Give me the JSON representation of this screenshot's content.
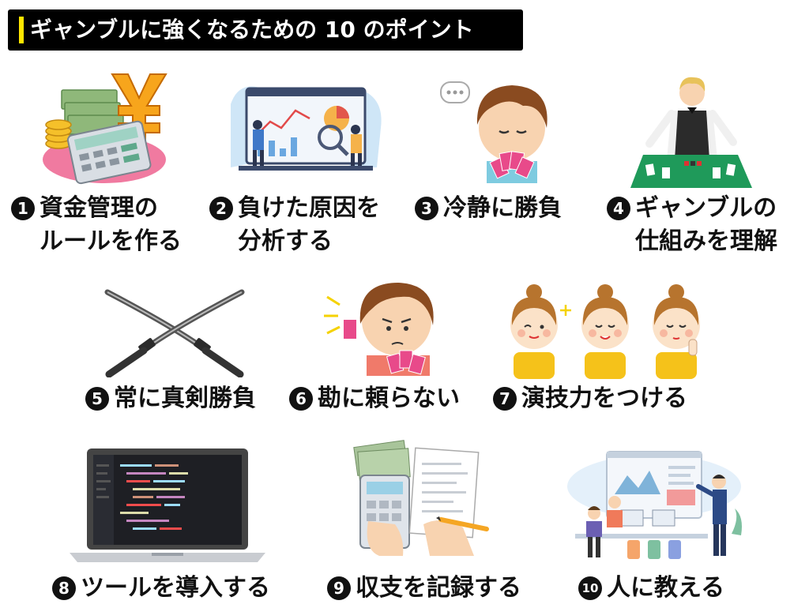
{
  "title": "ギャンブルに強くなるための 10 のポイント",
  "colors": {
    "title_bg": "#000000",
    "title_accent": "#ffe600",
    "number_bg": "#111111"
  },
  "items": [
    {
      "number": "1",
      "text": "資金管理の\nルールを作る",
      "icon": "money-calculator-icon"
    },
    {
      "number": "2",
      "text": "負けた原因を\n分析する",
      "icon": "analysis-dashboard-icon"
    },
    {
      "number": "3",
      "text": "冷静に勝負",
      "icon": "calm-boy-cards-icon"
    },
    {
      "number": "4",
      "text": "ギャンブルの\n仕組みを理解",
      "icon": "casino-dealer-icon"
    },
    {
      "number": "5",
      "text": "常に真剣勝負",
      "icon": "crossed-swords-icon"
    },
    {
      "number": "6",
      "text": "勘に頼らない",
      "icon": "worried-girl-cards-icon"
    },
    {
      "number": "7",
      "text": "演技力をつける",
      "icon": "acting-girls-icon"
    },
    {
      "number": "8",
      "text": "ツールを導入する",
      "icon": "laptop-code-icon"
    },
    {
      "number": "9",
      "text": "収支を記録する",
      "icon": "bookkeeping-icon"
    },
    {
      "number": "10",
      "text": "人に教える",
      "icon": "teaching-meeting-icon"
    }
  ]
}
